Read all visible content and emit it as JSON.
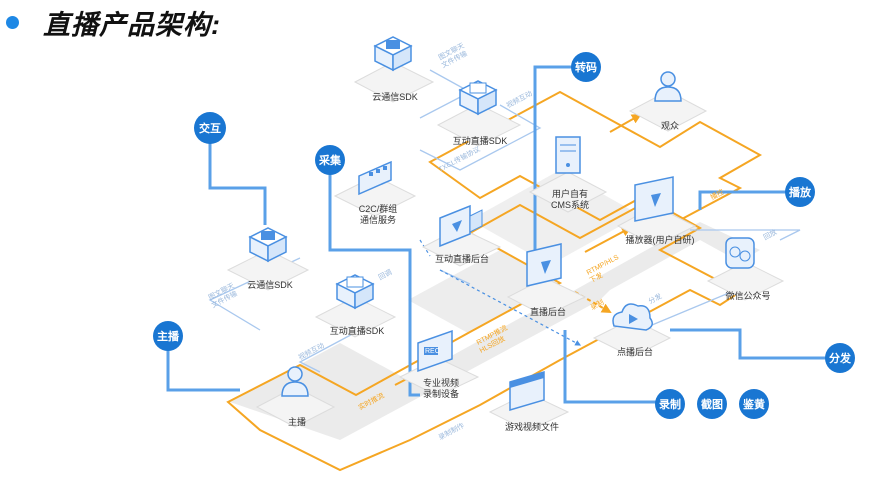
{
  "title": "直播产品架构:",
  "colors": {
    "accent": "#1e88e5",
    "path_gray": "#e8e8e8",
    "path_yellow": "#f5a623",
    "flow_line": "#90b8e8",
    "node_tile": "#f2f2f2"
  },
  "nodes": {
    "sdk_im_top": "云通信SDK",
    "sdk_live_top": "互动直播SDK",
    "c2c_group": [
      "C2C/群组",
      "通信服务"
    ],
    "live_console_top": "互动直播后台",
    "cms": [
      "用户自有",
      "CMS系统"
    ],
    "viewer": "观众",
    "player": "播放器(用户自研)",
    "sdk_im_left": "云通信SDK",
    "sdk_live_left": "互动直播SDK",
    "live_backend": "直播后台",
    "wechat": "微信公众号",
    "vod_backend": "点播后台",
    "host": "主播",
    "pro_device": [
      "专业视频",
      "录制设备"
    ],
    "game_video": "游戏视频文件"
  },
  "badges": {
    "interact": "交互",
    "collect": "采集",
    "transcode": "转码",
    "play": "播放",
    "anchor": "主播",
    "distribute": "分发",
    "record": "录制",
    "screenshot": "截图",
    "porn_check": "鉴黄"
  },
  "flow_labels": {
    "im_file_a": [
      "图文聊天",
      "文件传输"
    ],
    "im_file_b": [
      "图文聊天",
      "文件传输"
    ],
    "live_interact_a": "视频互动",
    "live_interact_b": "视频互动",
    "txcl": "TXCL传输协议",
    "rtmp_hls_a": [
      "RTMP/HLS",
      "下发"
    ],
    "rtmp_hls_b": [
      "RTMP推流",
      "HLS回放"
    ],
    "record_a": "录制",
    "record_b": "录制制作",
    "realtime_push": "实时推流",
    "split_a": "分发",
    "split_b": "回放",
    "control": "播控",
    "callback": "回调"
  }
}
